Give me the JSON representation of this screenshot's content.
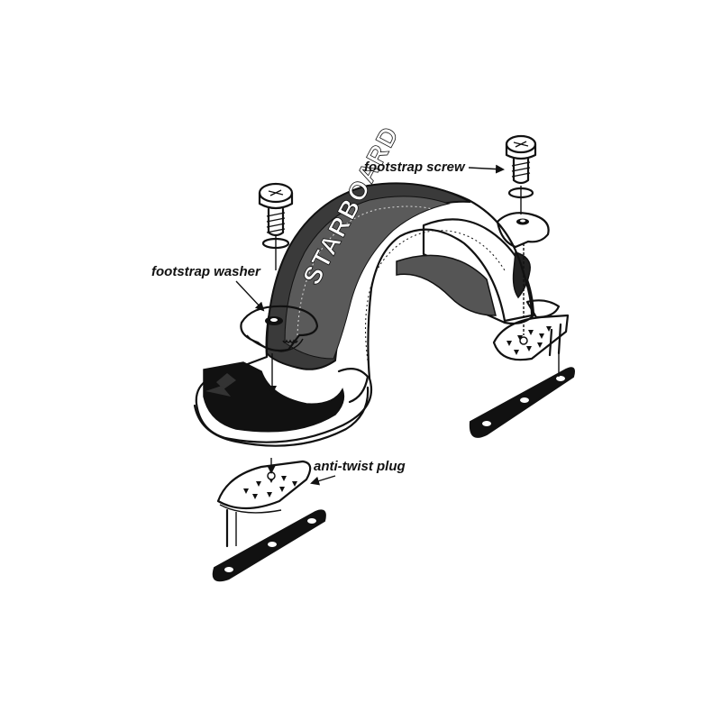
{
  "labels": {
    "screw": "footstrap screw",
    "washer": "footstrap washer",
    "plug": "anti-twist plug"
  },
  "logo_text": "STARBOARD",
  "colors": {
    "ink": "#111111",
    "strap_dark": "#3a3a3a",
    "strap_mid": "#5a5a5a",
    "fill_white": "#ffffff"
  }
}
